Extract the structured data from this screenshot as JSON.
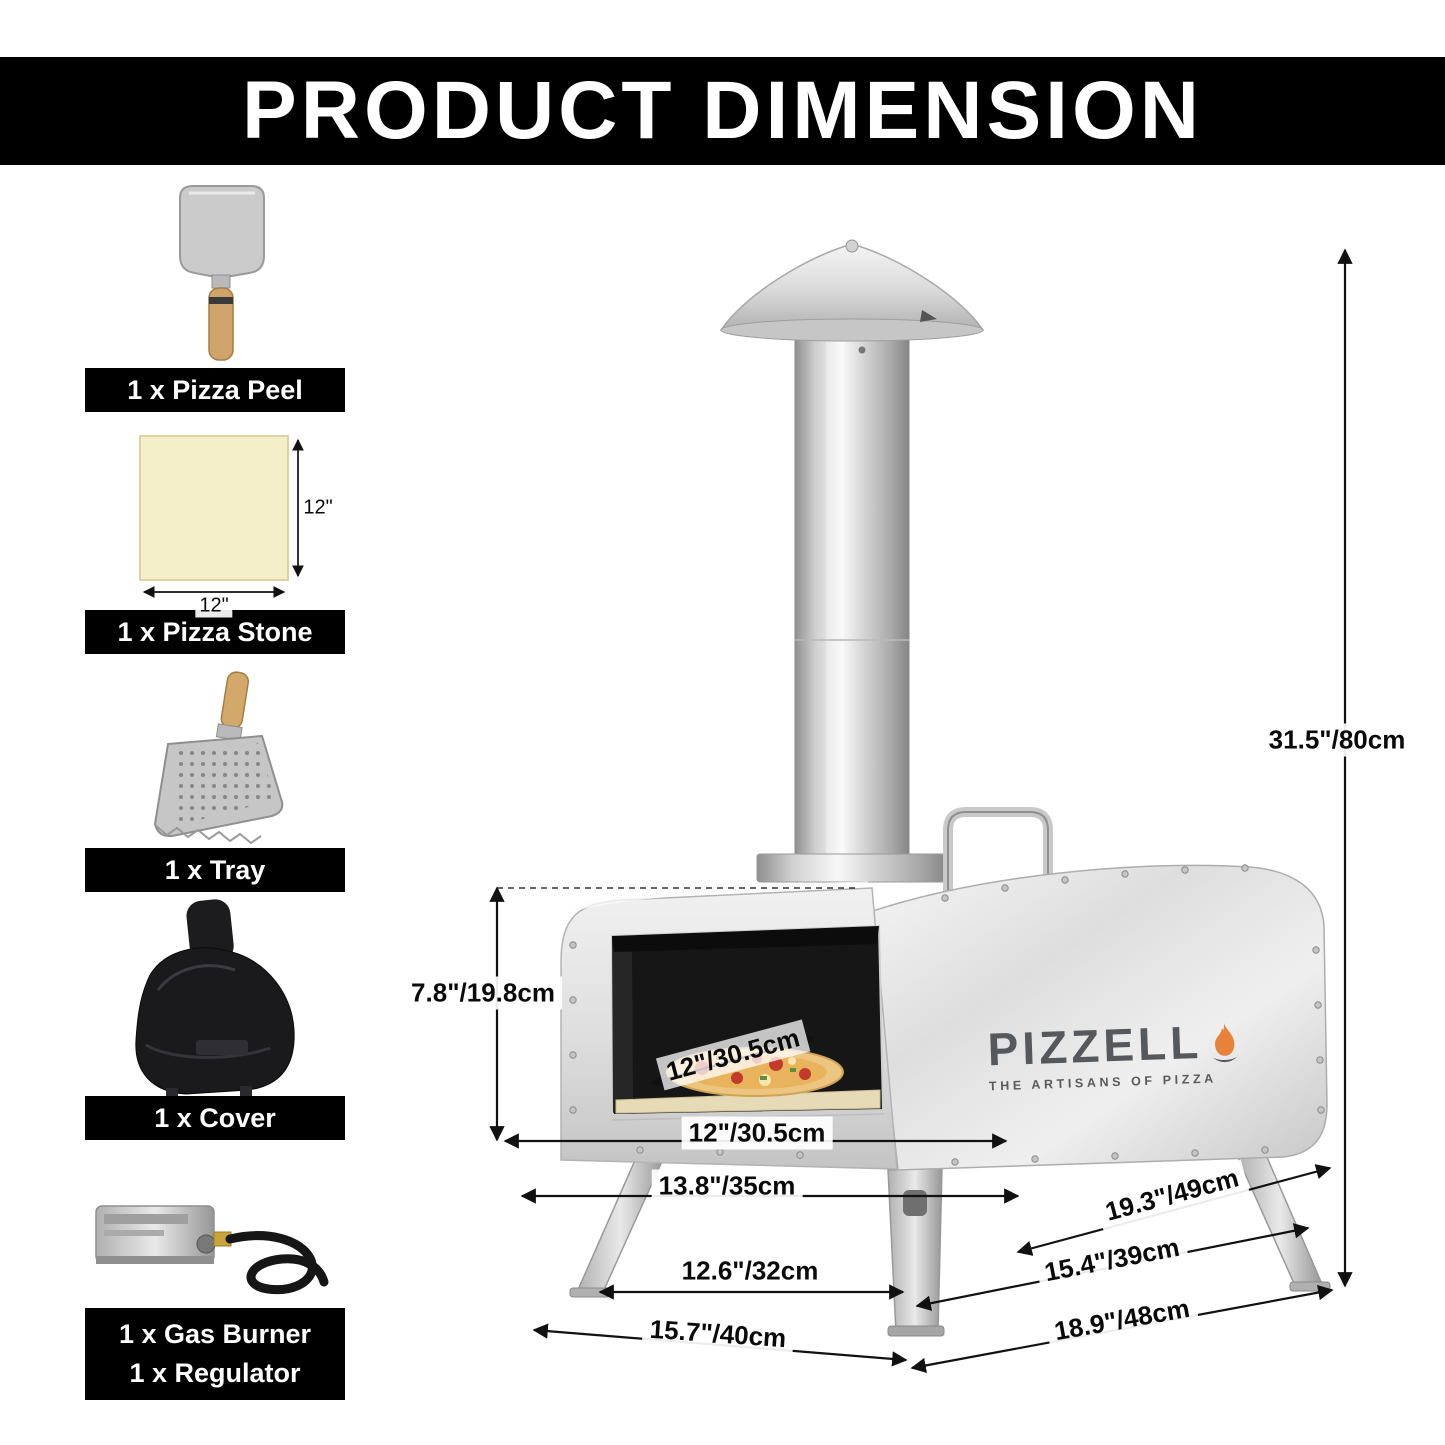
{
  "title": "PRODUCT DIMENSION",
  "accessories": [
    {
      "id": "pizza-peel",
      "label": "1 x Pizza Peel"
    },
    {
      "id": "pizza-stone",
      "label": "1 x Pizza Stone",
      "height_label": "12\"",
      "width_label": "12\""
    },
    {
      "id": "tray",
      "label": "1 x Tray"
    },
    {
      "id": "cover",
      "label": "1 x Cover"
    },
    {
      "id": "gas-burner",
      "label_line1": "1 x Gas Burner",
      "label_line2": "1 x Regulator"
    }
  ],
  "brand": {
    "logo_text": "PIZZELL",
    "tagline": "THE ARTISANS OF PIZZA",
    "accent_color": "#e8823b",
    "logo_color": "#55585c"
  },
  "dimensions": {
    "total_height": "31.5\"/80cm",
    "opening_height": "7.8\"/19.8cm",
    "stone_diagonal": "12\"/30.5cm",
    "opening_width": "12\"/30.5cm",
    "front_width": "13.8\"/35cm",
    "side_depth": "19.3\"/49cm",
    "leg_span_front": "12.6\"/32cm",
    "leg_span_side": "15.4\"/39cm",
    "base_width": "15.7\"/40cm",
    "base_depth": "18.9\"/48cm"
  }
}
